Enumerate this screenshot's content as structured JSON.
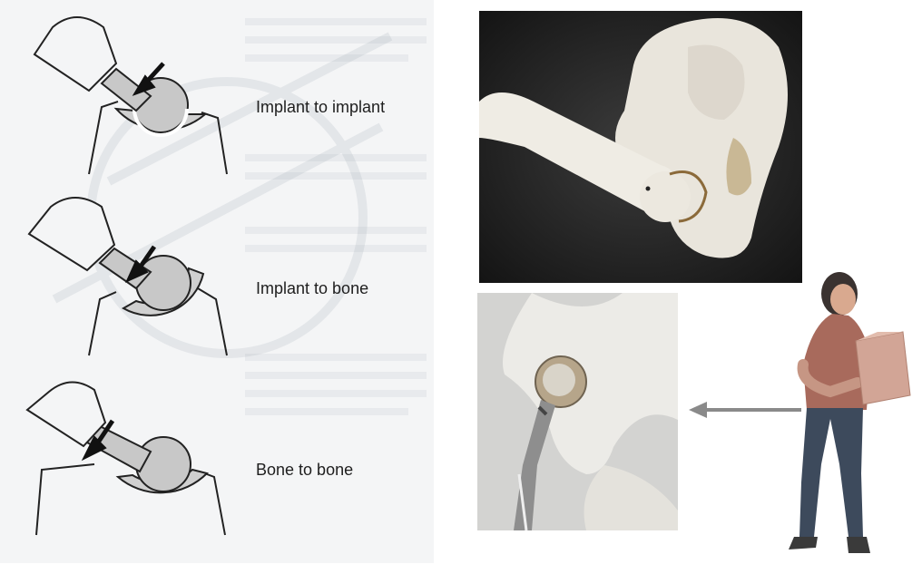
{
  "diagram": {
    "impingement_types": [
      {
        "label": "Implant to implant"
      },
      {
        "label": "Implant to bone"
      },
      {
        "label": "Bone to bone"
      }
    ]
  },
  "colors": {
    "implant_fill": "#c8c8c8",
    "outline": "#222222",
    "arrow": "#111111",
    "background_diagram": "#f4f5f6",
    "photo_dark": "#2a2a2a",
    "bone": "#e9e5dc",
    "person_shirt": "#a86a5c",
    "person_pants": "#3d4a5c",
    "box": "#d2a596",
    "arrow_gray": "#8a8a8a"
  }
}
